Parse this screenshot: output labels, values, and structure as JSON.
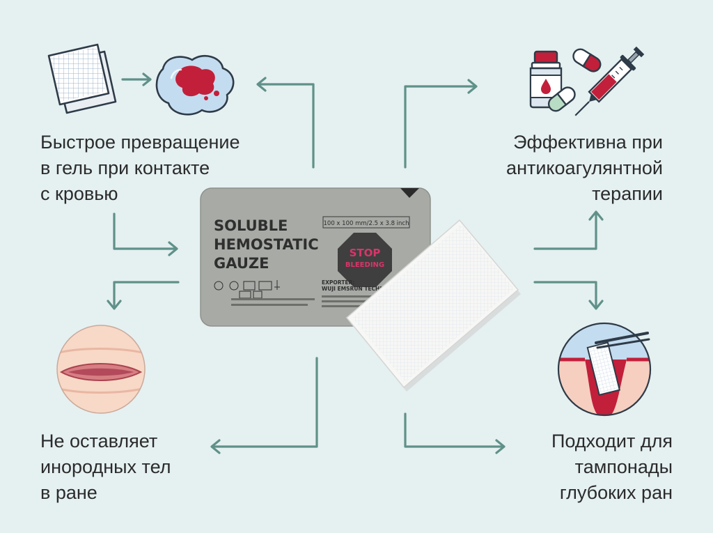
{
  "product": {
    "title_lines": [
      "SOLUBLE",
      "HEMOSTATIC",
      "GAUZE"
    ],
    "size": "100 x 100 mm/2.5 x 3.8 inch",
    "badge_lines": [
      "STOP",
      "BLEEDING"
    ],
    "exporter_label": "EXPORTER:",
    "exporter_name": "WUJI EMSRUN TECHNOLOGY"
  },
  "features": {
    "top_left": [
      "Быстрое превращение",
      "в гель при контакте",
      "с кровью"
    ],
    "top_right": [
      "Эффективна при",
      "антикоагулянтной",
      "терапии"
    ],
    "bottom_left": [
      "Не оставляет",
      "инородных тел",
      "в ране"
    ],
    "bottom_right": [
      "Подходит для",
      "тампонады",
      "глубоких ран"
    ]
  },
  "icons": {
    "top_left": [
      "gauze-pad-icon",
      "blood-gel-icon"
    ],
    "top_right": [
      "medicine-bottle-icon",
      "pill-icon",
      "capsule-icon",
      "syringe-icon"
    ],
    "bottom_left": [
      "closed-wound-icon"
    ],
    "bottom_right": [
      "deep-wound-packing-icon"
    ]
  },
  "colors": {
    "background": "#e5f0f1",
    "arrow": "#5f9189",
    "package": "#a7aaa5",
    "blood": "#c21f3a",
    "text": "#2b2b2b"
  }
}
